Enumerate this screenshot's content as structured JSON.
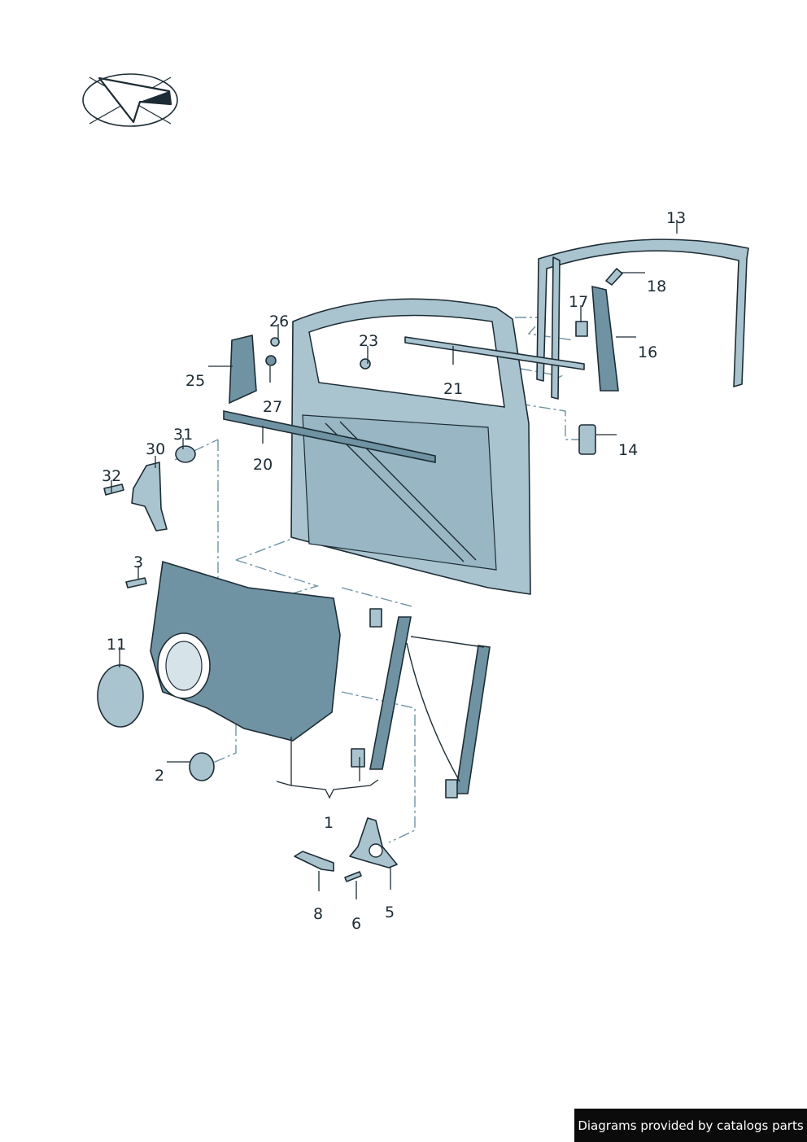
{
  "callouts": {
    "c1": "1",
    "c2": "2",
    "c3": "3",
    "c5": "5",
    "c6": "6",
    "c8": "8",
    "c11": "11",
    "c13": "13",
    "c14": "14",
    "c16": "16",
    "c17": "17",
    "c18": "18",
    "c20": "20",
    "c21": "21",
    "c23": "23",
    "c25": "25",
    "c26": "26",
    "c27": "27",
    "c30": "30",
    "c31": "31",
    "c32": "32"
  },
  "footer": {
    "credit": "Diagrams provided by catalogs parts"
  },
  "colors": {
    "part_fill": "#a9c3cf",
    "part_shade": "#6f93a3",
    "outline": "#1d2c34",
    "footer_bg": "#0b0b0b"
  },
  "icons": {
    "orientation_symbol": "direction-arrow-in-ellipse-icon"
  }
}
